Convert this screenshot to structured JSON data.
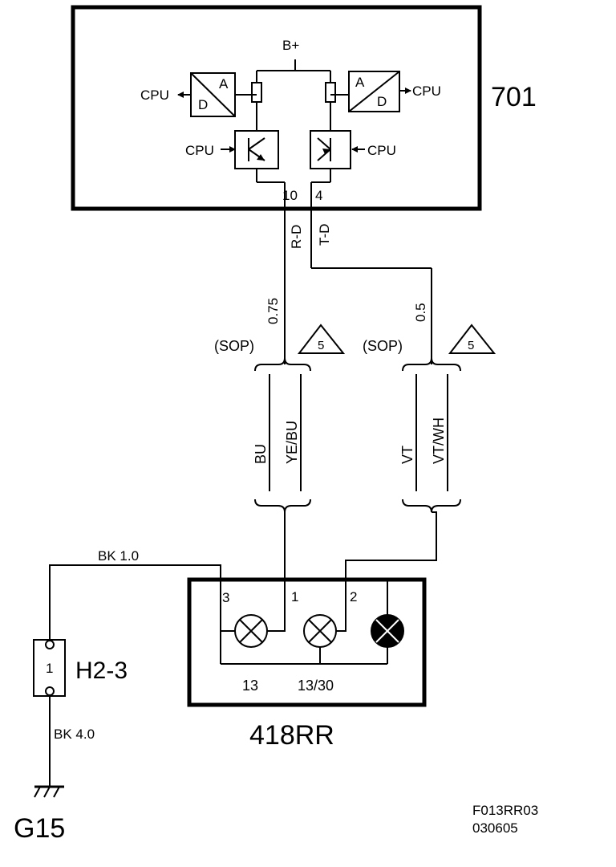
{
  "module_701": {
    "id": "701",
    "supply": "B+",
    "cpu_label": "CPU",
    "adc_a": "A",
    "adc_d": "D",
    "pin_r": "10",
    "pin_t": "4"
  },
  "wires": {
    "r_d": "R-D",
    "t_d": "T-D",
    "gauge_left": "0.75",
    "gauge_right": "0.5",
    "sop": "(SOP)",
    "note_num": "5",
    "bu": "BU",
    "ye_bu": "YE/BU",
    "vt": "VT",
    "vt_wh": "VT/WH",
    "bk_top": "BK  1.0",
    "bk_bottom": "BK  4.0"
  },
  "lamp_418rr": {
    "id": "418RR",
    "pin3": "3",
    "pin1": "1",
    "pin2": "2",
    "term13": "13",
    "term1330": "13/30"
  },
  "connector": {
    "id": "H2-3",
    "pin": "1"
  },
  "ground": {
    "id": "G15"
  },
  "footer": {
    "code": "F013RR03",
    "date": "030605"
  }
}
